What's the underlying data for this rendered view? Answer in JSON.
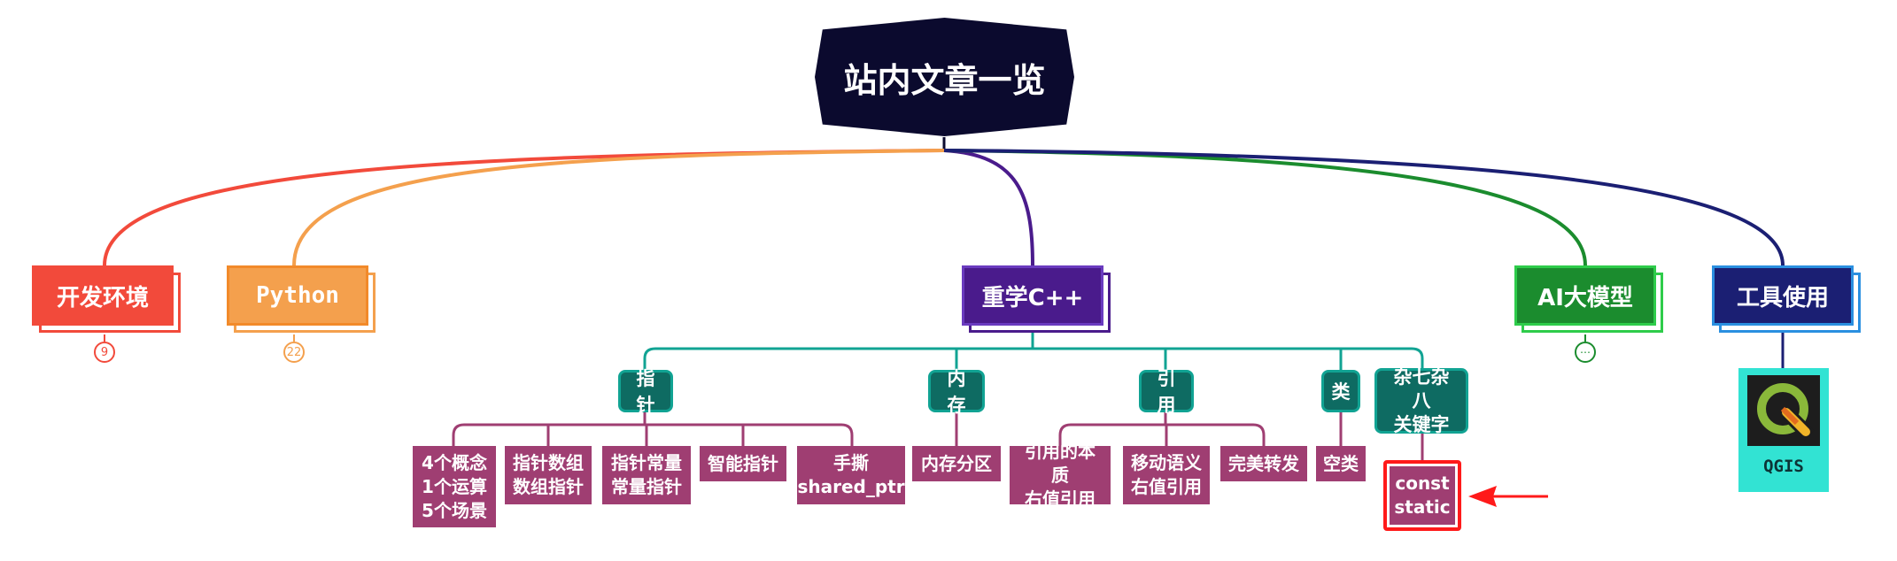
{
  "root": {
    "title": "站内文章一览"
  },
  "branches": [
    {
      "id": "dev-env",
      "label": "开发环境",
      "color": "#f24a3b",
      "badge": "9"
    },
    {
      "id": "python",
      "label": "Python",
      "color": "#f4a04d",
      "badge": "22"
    },
    {
      "id": "cpp",
      "label": "重学C++",
      "color": "#4a1b8c"
    },
    {
      "id": "ai",
      "label": "AI大模型",
      "color": "#1b8c2e",
      "badge": "⋯"
    },
    {
      "id": "tools",
      "label": "工具使用",
      "color": "#1b1f73"
    }
  ],
  "cpp_children": [
    {
      "id": "pointer",
      "label": "指针"
    },
    {
      "id": "memory",
      "label": "内存"
    },
    {
      "id": "reference",
      "label": "引用"
    },
    {
      "id": "class",
      "label": "类"
    },
    {
      "id": "misc",
      "label": "杂七杂八\n关键字"
    }
  ],
  "pointer_leaves": [
    "4个概念\n1个运算\n5个场景",
    "指针数组\n数组指针",
    "指针常量\n常量指针",
    "智能指针",
    "手撕\nshared_ptr"
  ],
  "memory_leaves": [
    "内存分区"
  ],
  "reference_leaves": [
    "引用的本质\n右值引用",
    "移动语义\n右值引用",
    "完美转发"
  ],
  "class_leaves": [
    "空类"
  ],
  "misc_leaves": [
    "const\nstatic"
  ],
  "tools_leaves": [
    {
      "label": "QGIS",
      "icon": "qgis-logo-icon"
    }
  ],
  "colors": {
    "teal": "#11a393",
    "leaf": "#9f3e72",
    "highlight": "#ff1a1a",
    "root": "#0b0a2e"
  }
}
